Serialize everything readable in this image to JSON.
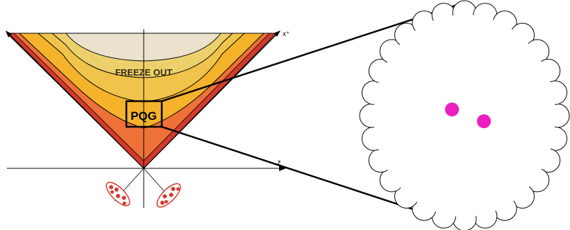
{
  "labels": {
    "freeze_out": "FREEZE OUT",
    "pqg": "PQG",
    "z_axis": "z",
    "x_plus_axis": "x⁺"
  },
  "colors": {
    "region_freeze_top": "#ebe1cc",
    "region_freeze": "#ecd06c",
    "region_mid": "#f0c34b",
    "region_pqg": "#f5b32c",
    "region_orange": "#ee7237",
    "region_red": "#d43a2c",
    "outline": "#000000",
    "particle": "#ec1ebf",
    "cloud_fill": "#ffffff"
  },
  "icons": {
    "left_nucleus": "colliding-nucleus-icon",
    "right_nucleus": "colliding-nucleus-icon",
    "cloud": "zoom-cloud-icon"
  },
  "zoom_view": {
    "particle_count": 2
  }
}
